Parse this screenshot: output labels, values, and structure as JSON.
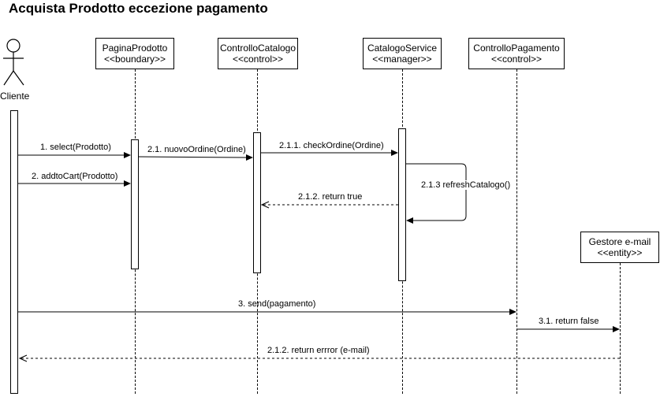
{
  "title": "Acquista Prodotto eccezione pagamento",
  "actor": {
    "label": "Cliente"
  },
  "participants": [
    {
      "id": "pagina",
      "name": "PaginaProdotto",
      "stereotype": "<<boundary>>"
    },
    {
      "id": "ctrlcat",
      "name": "ControlloCatalogo",
      "stereotype": "<<control>>"
    },
    {
      "id": "catserv",
      "name": "CatalogoService",
      "stereotype": "<<manager>>"
    },
    {
      "id": "ctrlpag",
      "name": "ControlloPagamento",
      "stereotype": "<<control>>"
    },
    {
      "id": "gestore",
      "name": "Gestore e-mail",
      "stereotype": "<<entity>>"
    }
  ],
  "messages": [
    {
      "label": "1. select(Prodotto)",
      "type": "sync"
    },
    {
      "label": "2. addtoCart(Prodotto)",
      "type": "sync"
    },
    {
      "label": "2.1. nuovoOrdine(Ordine)",
      "type": "sync"
    },
    {
      "label": "2.1.1. checkOrdine(Ordine)",
      "type": "sync"
    },
    {
      "label": "2.1.3 refreshCatalogo()",
      "type": "self"
    },
    {
      "label": "2.1.2. return true",
      "type": "return"
    },
    {
      "label": "3. send(pagamento)",
      "type": "sync"
    },
    {
      "label": "3.1. return false",
      "type": "sync"
    },
    {
      "label": "2.1.2. return  errror (e-mail)",
      "type": "return"
    }
  ]
}
